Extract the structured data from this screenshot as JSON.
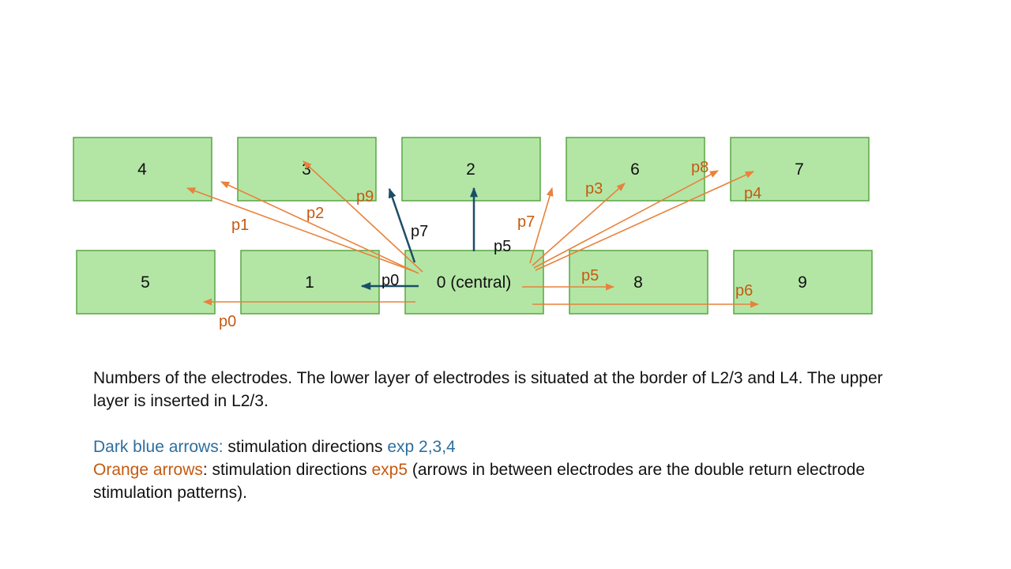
{
  "colors": {
    "electrode_fill": "#b3e6a5",
    "electrode_stroke": "#5aa544",
    "dark_blue": "#1b4e66",
    "orange": "#e8823c",
    "orange_text": "#c55a11",
    "blue_text": "#2e6e9e"
  },
  "electrodes": {
    "e4": "4",
    "e3": "3",
    "e2": "2",
    "e6": "6",
    "e7": "7",
    "e5": "5",
    "e1": "1",
    "e0": "0 (central)",
    "e8": "8",
    "e9": "9"
  },
  "blue_labels": {
    "p0": "p0",
    "p7": "p7",
    "p5": "p5"
  },
  "orange_labels": {
    "p0": "p0",
    "p1": "p1",
    "p2": "p2",
    "p9": "p9",
    "p7": "p7",
    "p3": "p3",
    "p8": "p8",
    "p4": "p4",
    "p5": "p5",
    "p6": "p6"
  },
  "caption": {
    "line1": "Numbers of the electrodes. The lower layer of electrodes is situated at the border of L2/3 and L4. The upper layer is inserted in L2/3.",
    "blue_key": "Dark blue arrows:",
    "blue_desc": " stimulation directions ",
    "blue_exp": "exp 2,3,4",
    "orange_key": "Orange arrows",
    "orange_desc": ": stimulation directions ",
    "orange_exp": "exp5",
    "orange_rest": " (arrows in between electrodes are the double return electrode stimulation patterns)."
  }
}
